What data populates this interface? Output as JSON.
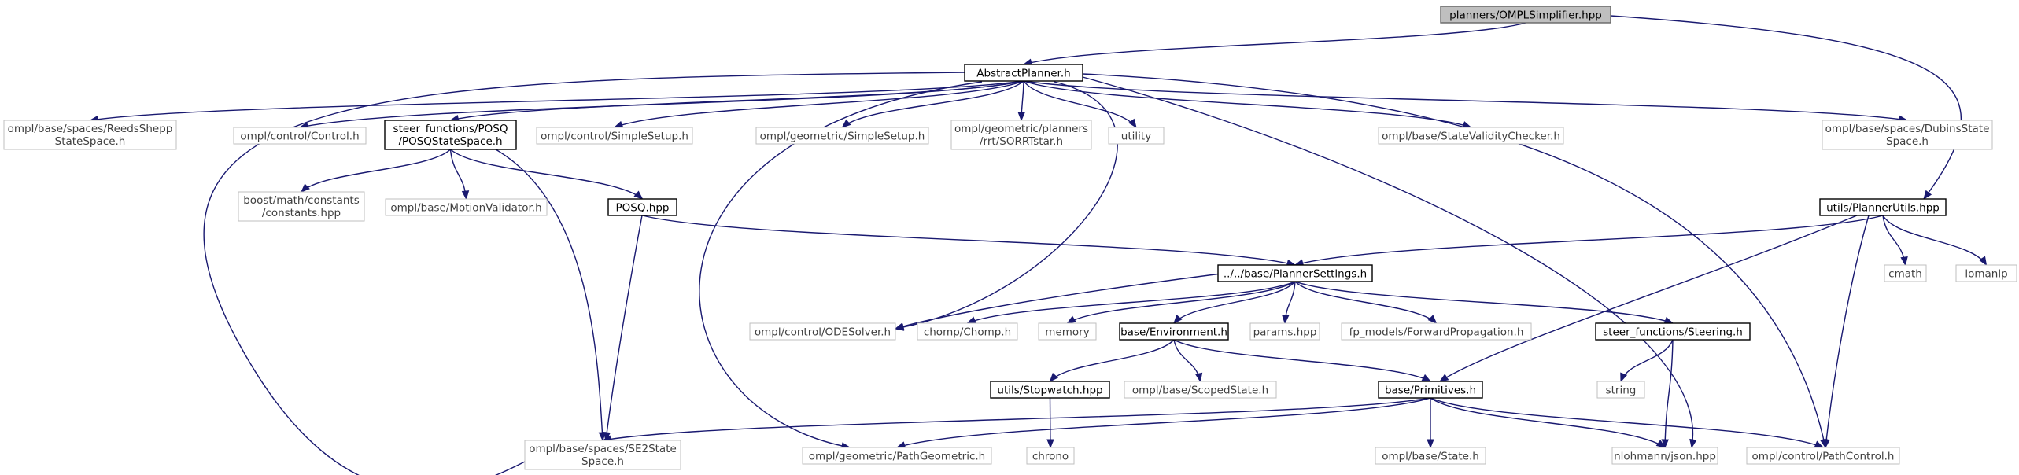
{
  "diagram": {
    "type": "include-dependency-graph",
    "colors": {
      "edge": "#191970",
      "root_fill": "#bfbfbf",
      "internal_border": "#000000",
      "external_border": "#bfbfbf",
      "external_text": "#3f3f3f"
    },
    "nodes": [
      {
        "id": "root",
        "kind": "root",
        "lines": [
          "planners/OMPLSimplifier.hpp"
        ]
      },
      {
        "id": "abstract",
        "kind": "internal",
        "lines": [
          "AbstractPlanner.h"
        ]
      },
      {
        "id": "reedsshepp",
        "kind": "external",
        "lines": [
          "ompl/base/spaces/ReedsShepp",
          "StateSpace.h"
        ]
      },
      {
        "id": "control",
        "kind": "external",
        "lines": [
          "ompl/control/Control.h"
        ]
      },
      {
        "id": "posqss",
        "kind": "internal",
        "lines": [
          "steer_functions/POSQ",
          "/POSQStateSpace.h"
        ]
      },
      {
        "id": "csimplesetup",
        "kind": "external",
        "lines": [
          "ompl/control/SimpleSetup.h"
        ]
      },
      {
        "id": "gsimplesetup",
        "kind": "external",
        "lines": [
          "ompl/geometric/SimpleSetup.h"
        ]
      },
      {
        "id": "sorrt",
        "kind": "external",
        "lines": [
          "ompl/geometric/planners",
          "/rrt/SORRTstar.h"
        ]
      },
      {
        "id": "utility",
        "kind": "external",
        "lines": [
          "utility"
        ]
      },
      {
        "id": "svc",
        "kind": "external",
        "lines": [
          "ompl/base/StateValidityChecker.h"
        ]
      },
      {
        "id": "dubins",
        "kind": "external",
        "lines": [
          "ompl/base/spaces/DubinsState",
          "Space.h"
        ]
      },
      {
        "id": "boostconst",
        "kind": "external",
        "lines": [
          "boost/math/constants",
          "/constants.hpp"
        ]
      },
      {
        "id": "motionval",
        "kind": "external",
        "lines": [
          "ompl/base/MotionValidator.h"
        ]
      },
      {
        "id": "posqhpp",
        "kind": "internal",
        "lines": [
          "POSQ.hpp"
        ]
      },
      {
        "id": "plannerutils",
        "kind": "internal",
        "lines": [
          "utils/PlannerUtils.hpp"
        ]
      },
      {
        "id": "settings",
        "kind": "internal",
        "lines": [
          "../../base/PlannerSettings.h"
        ]
      },
      {
        "id": "cmath",
        "kind": "external",
        "lines": [
          "cmath"
        ]
      },
      {
        "id": "iomanip",
        "kind": "external",
        "lines": [
          "iomanip"
        ]
      },
      {
        "id": "odesolver",
        "kind": "external",
        "lines": [
          "ompl/control/ODESolver.h"
        ]
      },
      {
        "id": "chomp",
        "kind": "external",
        "lines": [
          "chomp/Chomp.h"
        ]
      },
      {
        "id": "memory",
        "kind": "external",
        "lines": [
          "memory"
        ]
      },
      {
        "id": "environment",
        "kind": "internal",
        "lines": [
          "base/Environment.h"
        ]
      },
      {
        "id": "params",
        "kind": "external",
        "lines": [
          "params.hpp"
        ]
      },
      {
        "id": "fwdprop",
        "kind": "external",
        "lines": [
          "fp_models/ForwardPropagation.h"
        ]
      },
      {
        "id": "steering",
        "kind": "internal",
        "lines": [
          "steer_functions/Steering.h"
        ]
      },
      {
        "id": "stopwatch",
        "kind": "internal",
        "lines": [
          "utils/Stopwatch.hpp"
        ]
      },
      {
        "id": "scopedstate",
        "kind": "external",
        "lines": [
          "ompl/base/ScopedState.h"
        ]
      },
      {
        "id": "primitives",
        "kind": "internal",
        "lines": [
          "base/Primitives.h"
        ]
      },
      {
        "id": "string",
        "kind": "external",
        "lines": [
          "string"
        ]
      },
      {
        "id": "se2",
        "kind": "external",
        "lines": [
          "ompl/base/spaces/SE2State",
          "Space.h"
        ]
      },
      {
        "id": "chrono",
        "kind": "external",
        "lines": [
          "chrono"
        ]
      },
      {
        "id": "pathgeo",
        "kind": "external",
        "lines": [
          "ompl/geometric/PathGeometric.h"
        ]
      },
      {
        "id": "state",
        "kind": "external",
        "lines": [
          "ompl/base/State.h"
        ]
      },
      {
        "id": "json",
        "kind": "external",
        "lines": [
          "nlohmann/json.hpp"
        ]
      },
      {
        "id": "pathcontrol",
        "kind": "external",
        "lines": [
          "ompl/control/PathControl.h"
        ]
      }
    ],
    "edges": [
      [
        "root",
        "abstract"
      ],
      [
        "root",
        "plannerutils"
      ],
      [
        "abstract",
        "reedsshepp"
      ],
      [
        "abstract",
        "control"
      ],
      [
        "abstract",
        "posqss"
      ],
      [
        "abstract",
        "csimplesetup"
      ],
      [
        "abstract",
        "gsimplesetup"
      ],
      [
        "abstract",
        "sorrt"
      ],
      [
        "abstract",
        "utility"
      ],
      [
        "abstract",
        "svc"
      ],
      [
        "abstract",
        "dubins"
      ],
      [
        "abstract",
        "odesolver"
      ],
      [
        "abstract",
        "pathgeo"
      ],
      [
        "abstract",
        "se2"
      ],
      [
        "abstract",
        "json"
      ],
      [
        "abstract",
        "pathcontrol"
      ],
      [
        "posqss",
        "boostconst"
      ],
      [
        "posqss",
        "motionval"
      ],
      [
        "posqss",
        "posqhpp"
      ],
      [
        "posqss",
        "se2"
      ],
      [
        "posqhpp",
        "settings"
      ],
      [
        "posqhpp",
        "se2"
      ],
      [
        "plannerutils",
        "settings"
      ],
      [
        "plannerutils",
        "cmath"
      ],
      [
        "plannerutils",
        "iomanip"
      ],
      [
        "plannerutils",
        "primitives"
      ],
      [
        "plannerutils",
        "pathcontrol"
      ],
      [
        "settings",
        "odesolver"
      ],
      [
        "settings",
        "chomp"
      ],
      [
        "settings",
        "memory"
      ],
      [
        "settings",
        "environment"
      ],
      [
        "settings",
        "params"
      ],
      [
        "settings",
        "fwdprop"
      ],
      [
        "settings",
        "steering"
      ],
      [
        "environment",
        "stopwatch"
      ],
      [
        "environment",
        "scopedstate"
      ],
      [
        "environment",
        "primitives"
      ],
      [
        "steering",
        "string"
      ],
      [
        "steering",
        "json"
      ],
      [
        "stopwatch",
        "chrono"
      ],
      [
        "primitives",
        "se2"
      ],
      [
        "primitives",
        "pathgeo"
      ],
      [
        "primitives",
        "state"
      ],
      [
        "primitives",
        "json"
      ],
      [
        "primitives",
        "pathcontrol"
      ]
    ]
  }
}
